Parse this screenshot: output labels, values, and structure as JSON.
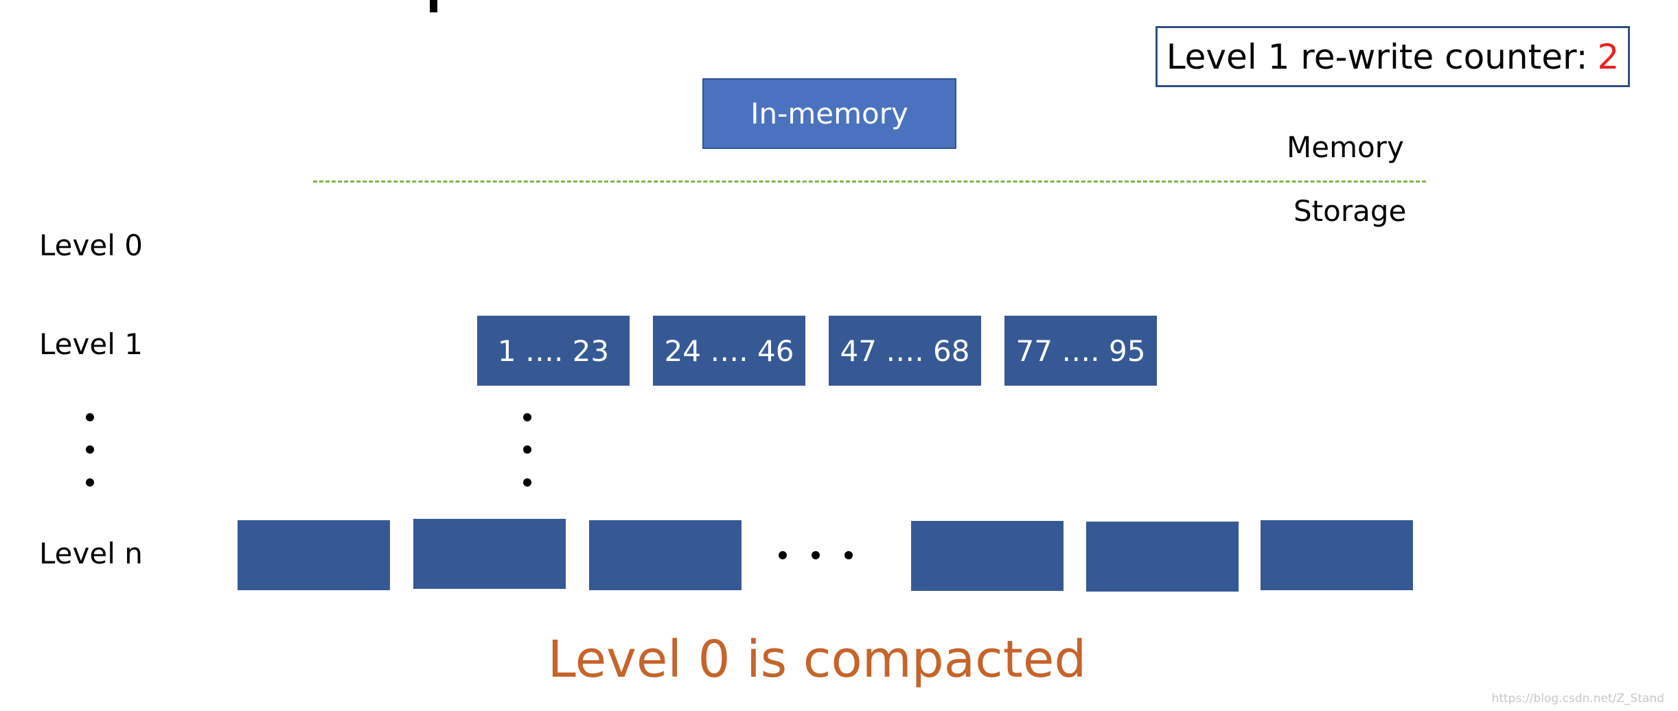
{
  "counter": {
    "label": "Level 1 re-write counter:",
    "value": "2",
    "value_color": "#e8231e"
  },
  "memory": {
    "block_label": "In-memory",
    "memory_label": "Memory",
    "storage_label": "Storage"
  },
  "levels": {
    "level0": "Level 0",
    "level1": "Level 1",
    "leveln": "Level n"
  },
  "level1_blocks": [
    "1 …. 23",
    "24 …. 46",
    "47 …. 68",
    "77 …. 95"
  ],
  "caption": "Level 0 is compacted",
  "watermark": "https://blog.csdn.net/Z_Stand",
  "colors": {
    "block": "#365996",
    "memory_block": "#4a72bf",
    "divider": "#7ab648",
    "caption": "#c5642b"
  }
}
